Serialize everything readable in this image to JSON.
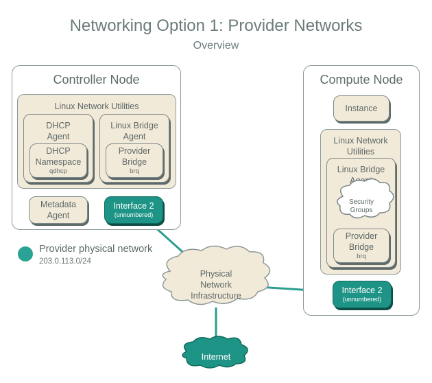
{
  "title": "Networking Option 1: Provider Networks",
  "subtitle": "Overview",
  "controller": {
    "title": "Controller Node",
    "utilities_label": "Linux Network Utilities",
    "dhcp_agent": "DHCP Agent",
    "dhcp_namespace": "DHCP Namespace",
    "dhcp_namespace_sub": "qdhcp",
    "bridge_agent": "Linux Bridge Agent",
    "provider_bridge": "Provider Bridge",
    "provider_bridge_sub": "brq",
    "metadata_agent": "Metadata Agent",
    "interface": "Interface 2",
    "interface_sub": "(unnumbered)"
  },
  "compute": {
    "title": "Compute Node",
    "instance": "Instance",
    "utilities_label": "Linux Network Utilities",
    "bridge_agent": "Linux Bridge Agent",
    "security_groups": "Security Groups",
    "provider_bridge": "Provider Bridge",
    "provider_bridge_sub": "brq",
    "interface": "Interface 2",
    "interface_sub": "(unnumbered)"
  },
  "legend": {
    "label": "Provider physical network",
    "subnet": "203.0.113.0/24",
    "color": "#2aa394"
  },
  "physical_network": "Physical Network Infrastructure",
  "internet": "Internet",
  "colors": {
    "teal": "#1e9486",
    "beige": "#f2ead8",
    "line": "#2a9d8f",
    "border": "#8c9898"
  }
}
